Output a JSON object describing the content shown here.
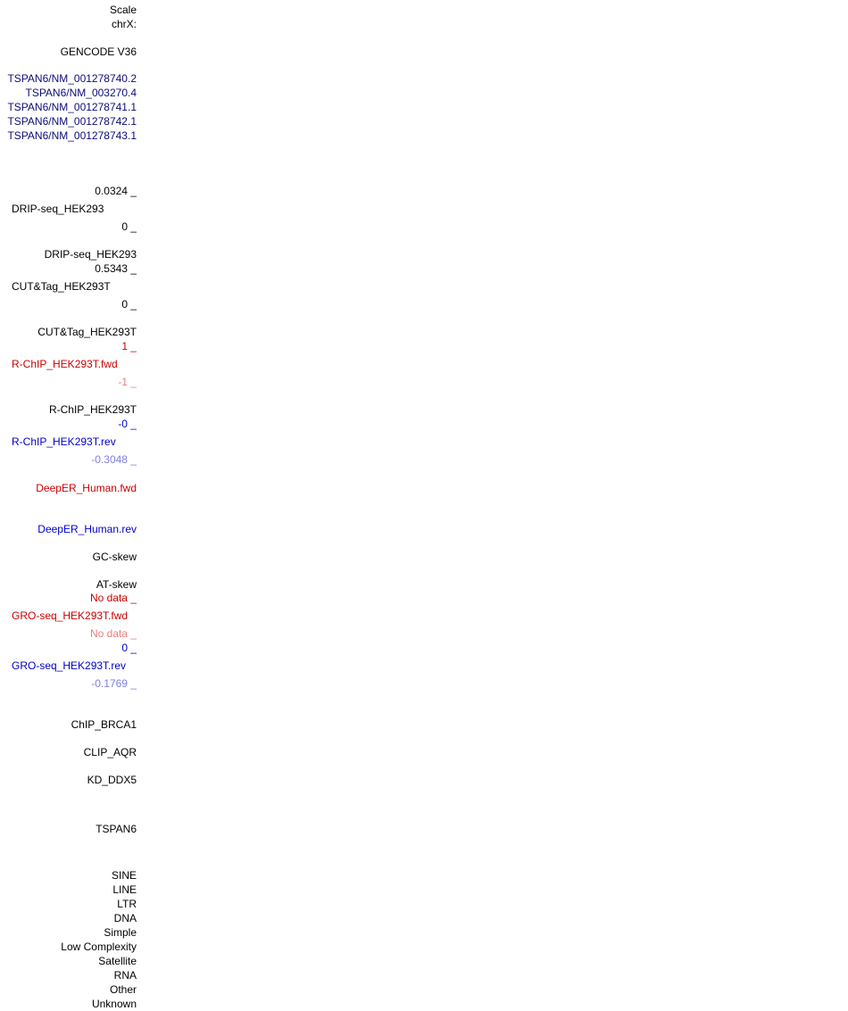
{
  "colors": {
    "black": "#000000",
    "navy": "#0c0c78",
    "red": "#cc0000",
    "pink": "#e87f7f",
    "blue": "#0000cc",
    "light_blue": "#7f7fe6"
  },
  "header": {
    "scale": "Scale",
    "chrom": "chrX:"
  },
  "gencode": {
    "title": "GENCODE V36",
    "transcripts": [
      "TSPAN6/NM_001278740.2",
      "TSPAN6/NM_003270.4",
      "TSPAN6/NM_001278741.1",
      "TSPAN6/NM_001278742.1",
      "TSPAN6/NM_001278743.1"
    ]
  },
  "tracks": {
    "drip_max": "0.0324 _",
    "drip_name": "DRIP-seq_HEK293",
    "drip_min": "0 _",
    "drip_short": "DRIP-seq_HEK293",
    "cut_max": "0.5343 _",
    "cut_name": "CUT&Tag_HEK293T",
    "cut_min": "0 _",
    "cut_short": "CUT&Tag_HEK293T",
    "rchip_fwd_max": "1 _",
    "rchip_fwd_name": "R-ChIP_HEK293T.fwd",
    "rchip_fwd_min": "-1 _",
    "rchip_short": "R-ChIP_HEK293T",
    "rchip_rev_max": "-0 _",
    "rchip_rev_name": "R-ChIP_HEK293T.rev",
    "rchip_rev_min": "-0.3048 _",
    "deeper_fwd": "DeepER_Human.fwd",
    "deeper_rev": "DeepER_Human.rev",
    "gc_skew": "GC-skew",
    "at_skew": "AT-skew",
    "gro_fwd_max": "No data _",
    "gro_fwd_name": "GRO-seq_HEK293T.fwd",
    "gro_fwd_min": "No data _",
    "gro_rev_max": "0 _",
    "gro_rev_name": "GRO-seq_HEK293T.rev",
    "gro_rev_min": "-0.1769 _",
    "chip_brca1": "ChIP_BRCA1",
    "clip_aqr": "CLIP_AQR",
    "kd_ddx5": "KD_DDX5",
    "tspan6": "TSPAN6"
  },
  "repeatmasker": {
    "classes": [
      "SINE",
      "LINE",
      "LTR",
      "DNA",
      "Simple",
      "Low Complexity",
      "Satellite",
      "RNA",
      "Other",
      "Unknown"
    ]
  }
}
